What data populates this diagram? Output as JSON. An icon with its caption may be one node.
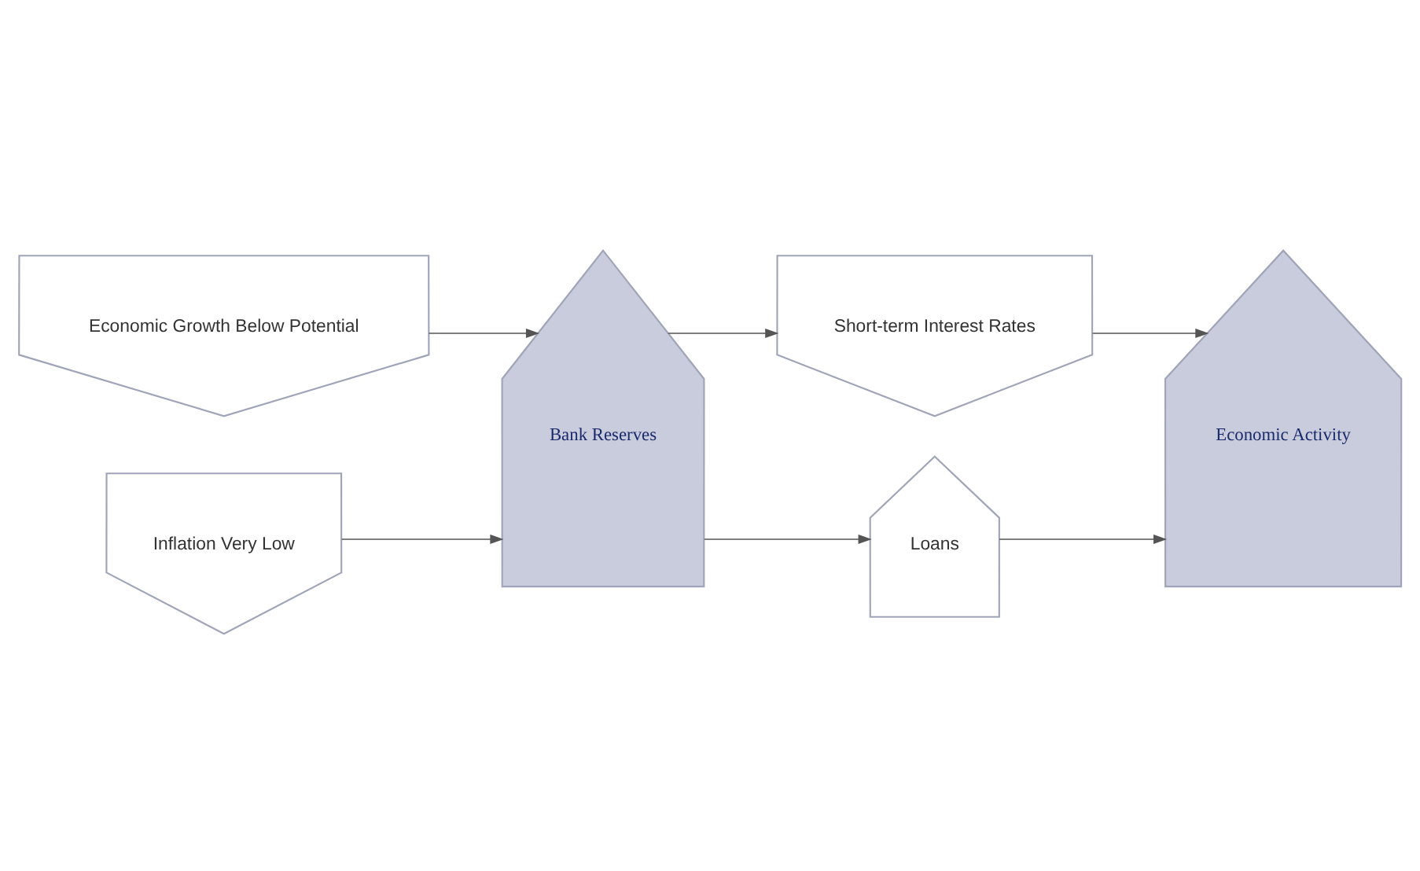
{
  "diagram": {
    "nodes": [
      {
        "text": [
          "Economic Growth Below Potential"
        ]
      },
      {
        "text": [
          "Inflation Very Low"
        ]
      },
      {
        "text": [
          "Bank Reserves"
        ]
      },
      {
        "text": [
          "Short-term Interest Rates"
        ]
      },
      {
        "text": [
          "Loans"
        ]
      },
      {
        "text": [
          "Economic Activity"
        ]
      }
    ],
    "edges": [
      {
        "from": 0,
        "to": 2,
        "arrow": "to"
      },
      {
        "from": 1,
        "to": 2,
        "arrow": "to"
      },
      {
        "from": 2,
        "to": 3,
        "arrow": "to"
      },
      {
        "from": 2,
        "to": 4,
        "arrow": "to"
      },
      {
        "from": 3,
        "to": 5,
        "arrow": "to"
      },
      {
        "from": 4,
        "to": 5,
        "arrow": "to"
      }
    ]
  }
}
